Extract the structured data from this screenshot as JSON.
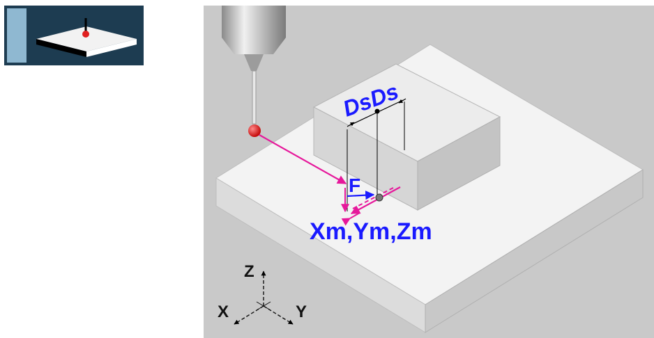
{
  "icon": {
    "name": "surface-probing-icon",
    "background": "#1d3c51",
    "tab_color": "#8fb8d1",
    "probe_color": "#e02020"
  },
  "diagram": {
    "labels": {
      "distance": "DsDs",
      "feed": "F",
      "measure_point": "Xm,Ym,Zm"
    },
    "axes": {
      "z": "Z",
      "x": "X",
      "y": "Y"
    },
    "colors": {
      "label_blue": "#1a1aff",
      "path_magenta": "#e6189b",
      "background": "#c9c9c9",
      "block_top": "#efefef",
      "block_left": "#d6d6d6",
      "block_right": "#c4c4c4",
      "probe_ball": "#e02020"
    }
  }
}
